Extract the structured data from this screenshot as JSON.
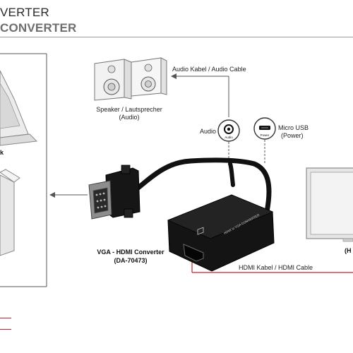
{
  "header": {
    "line1": "VERTER",
    "line2": "CONVERTER"
  },
  "labels": {
    "audio_cable": "Audio Kabel / Audio Cable",
    "speaker_line1": "Speaker / Lautsprecher",
    "speaker_line2": "(Audio)",
    "audio": "Audio",
    "micro_usb_line1": "Micro USB",
    "micro_usb_line2": "(Power)",
    "laptop_fragment": "k",
    "converter_name": "VGA - HDMI Converter",
    "converter_model": "(DA-70473)",
    "hdmi_cable": "HDMI Kabel / HDMI Cable",
    "monitor_fragment": "(H",
    "port_audio": "Audio",
    "port_power": "Power",
    "adapter_print": "HDMI to VGA CONVERTER"
  },
  "colors": {
    "cable_line": "#c8202a",
    "guide_line": "#555555",
    "device_body": "#121212"
  }
}
